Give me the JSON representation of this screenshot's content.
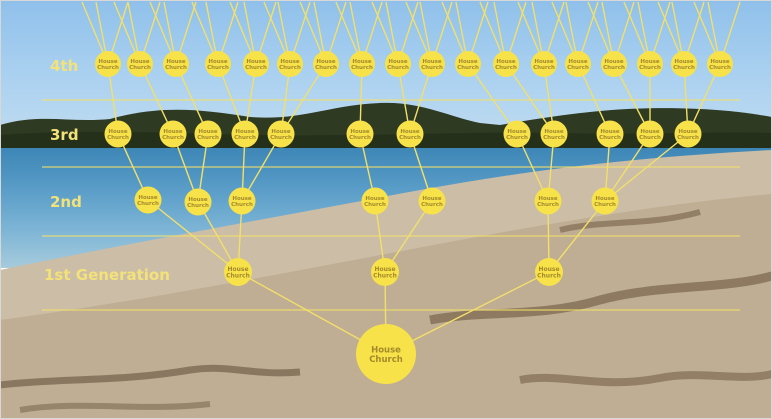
{
  "diagram": {
    "colors": {
      "node": "#f7e24a",
      "line": "#f2e06a",
      "label_text": "#a38a2a",
      "gen_label": "#f3e27a"
    },
    "node_label": [
      "House",
      "Church"
    ],
    "generation_labels": {
      "fourth": "4th",
      "third": "3rd",
      "second": "2nd",
      "first": "1st Generation"
    }
  }
}
